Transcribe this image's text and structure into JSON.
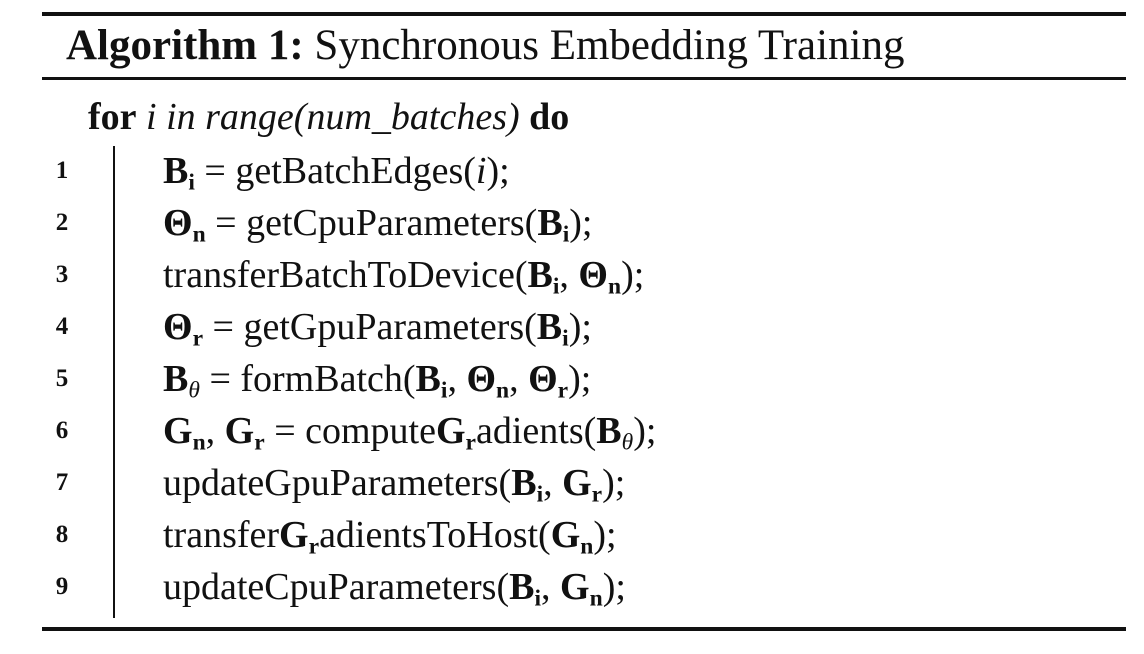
{
  "algorithm": {
    "label": "Algorithm 1:",
    "title": "Synchronous Embedding Training",
    "for_keyword": "for",
    "loop_expression": "i in range(num_batches)",
    "do_keyword": "do",
    "lines": [
      {
        "number": "1",
        "text": "Bi = getBatchEdges(i);"
      },
      {
        "number": "2",
        "text": "Θn = getCpuParameters(Bi);"
      },
      {
        "number": "3",
        "text": "transferBatchToDevice(Bi, Θn);"
      },
      {
        "number": "4",
        "text": "Θr = getGpuParameters(Bi);"
      },
      {
        "number": "5",
        "text": "Bθ = formBatch(Bi, Θn, Θr);"
      },
      {
        "number": "6",
        "text": "Gn, Gr = computeGradients(Bθ);"
      },
      {
        "number": "7",
        "text": "updateGpuParameters(Bi, Gr);"
      },
      {
        "number": "8",
        "text": "transferGradientsToHost(Gn);"
      },
      {
        "number": "9",
        "text": "updateCpuParameters(Bi, Gn);"
      }
    ]
  }
}
